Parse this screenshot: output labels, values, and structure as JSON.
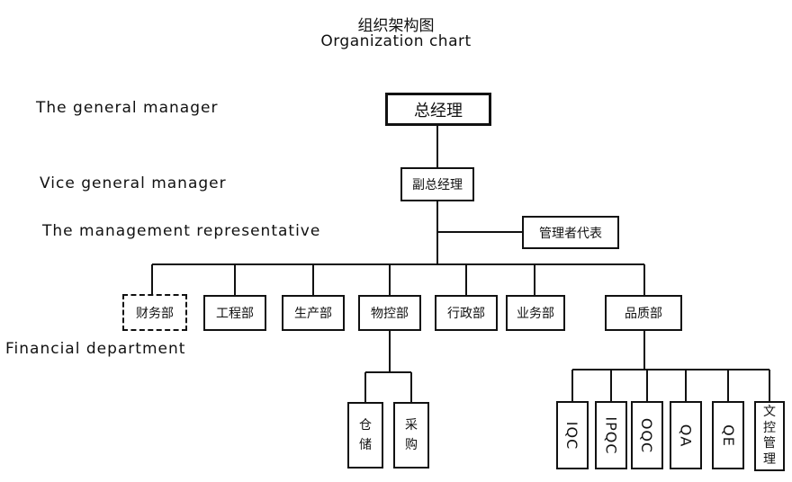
{
  "title_cn": "组织架构图",
  "title_en": "Organization chart",
  "level_labels": {
    "general_manager": "The general manager",
    "vice_general_manager": "Vice general manager",
    "management_representative": "The management representative",
    "financial_department": "Financial department"
  },
  "nodes": {
    "ceo": "总经理",
    "vice": "副总经理",
    "rep": "管理者代表",
    "finance": "财务部",
    "engineering": "工程部",
    "production": "生产部",
    "materials": "物控部",
    "admin": "行政部",
    "business": "业务部",
    "quality": "品质部",
    "warehouse": [
      "仓",
      "储"
    ],
    "purchasing": [
      "采",
      "购"
    ],
    "iqc": "IQC",
    "ipqc": "IPQC",
    "oqc": "OQC",
    "qa": "QA",
    "qe": "QE",
    "doc_control": [
      "文",
      "控",
      "管",
      "理"
    ]
  }
}
